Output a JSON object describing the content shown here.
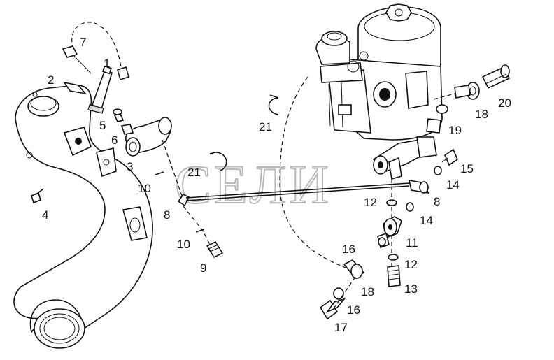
{
  "watermark": "СЕЛИ",
  "callouts": [
    {
      "id": "c1",
      "text": "1"
    },
    {
      "id": "c2",
      "text": "2"
    },
    {
      "id": "c3",
      "text": "3"
    },
    {
      "id": "c4",
      "text": "4"
    },
    {
      "id": "c5",
      "text": "5"
    },
    {
      "id": "c6",
      "text": "6"
    },
    {
      "id": "c7",
      "text": "7"
    },
    {
      "id": "c8a",
      "text": "8"
    },
    {
      "id": "c8b",
      "text": "8"
    },
    {
      "id": "c9",
      "text": "9"
    },
    {
      "id": "c10a",
      "text": "10"
    },
    {
      "id": "c10b",
      "text": "10"
    },
    {
      "id": "c11",
      "text": "11"
    },
    {
      "id": "c12a",
      "text": "12"
    },
    {
      "id": "c12b",
      "text": "12"
    },
    {
      "id": "c13",
      "text": "13"
    },
    {
      "id": "c14a",
      "text": "14"
    },
    {
      "id": "c14b",
      "text": "14"
    },
    {
      "id": "c15",
      "text": "15"
    },
    {
      "id": "c16a",
      "text": "16"
    },
    {
      "id": "c16b",
      "text": "16"
    },
    {
      "id": "c17",
      "text": "17"
    },
    {
      "id": "c18a",
      "text": "18"
    },
    {
      "id": "c18b",
      "text": "18"
    },
    {
      "id": "c19",
      "text": "19"
    },
    {
      "id": "c20",
      "text": "20"
    },
    {
      "id": "c21a",
      "text": "21"
    },
    {
      "id": "c21b",
      "text": "21"
    }
  ]
}
